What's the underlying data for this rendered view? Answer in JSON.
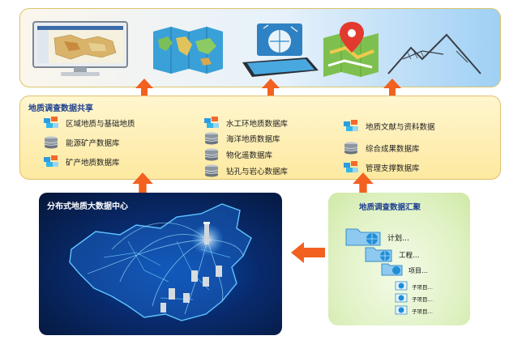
{
  "top_banner": {
    "icons": [
      "monitor-map-icon",
      "world-map-icon",
      "tablet-globe-icon",
      "map-pin-icon",
      "mountain-sketch-icon"
    ]
  },
  "sharing": {
    "title": "地质调查数据共享",
    "items": [
      {
        "label": "区域地质与基础地质",
        "icon": "stacked-cubes-icon"
      },
      {
        "label": "能源矿产数据库",
        "icon": "database-icon"
      },
      {
        "label": "矿产地质数据库",
        "icon": "stacked-cubes-icon"
      },
      {
        "label": "水工环地质数据库",
        "icon": "stacked-cubes-icon"
      },
      {
        "label": "海洋地质数据库",
        "icon": "database-icon"
      },
      {
        "label": "物化遥数据库",
        "icon": "database-icon"
      },
      {
        "label": "钻孔与岩心数据库",
        "icon": "database-icon"
      },
      {
        "label": "地质文献与资料数据",
        "icon": "stacked-cubes-icon"
      },
      {
        "label": "综合成果数据库",
        "icon": "database-icon"
      },
      {
        "label": "管理支撑数据库",
        "icon": "stacked-cubes-icon"
      }
    ]
  },
  "data_center": {
    "title": "分布式地质大数据中心"
  },
  "aggregation": {
    "title": "地质调查数据汇聚",
    "tree": [
      {
        "label": "计划…",
        "level": 0
      },
      {
        "label": "工程…",
        "level": 1
      },
      {
        "label": "项目…",
        "level": 2
      },
      {
        "label": "子项目…",
        "level": 3
      },
      {
        "label": "子项目…",
        "level": 3
      },
      {
        "label": "子项目…",
        "level": 3
      }
    ]
  },
  "colors": {
    "arrow": "#f2611f",
    "title_blue": "#1d3f8f",
    "top_panel_border": "#d9c46a",
    "share_panel_fill": "#fde9a0",
    "map_glow": "#4fb8ff"
  }
}
